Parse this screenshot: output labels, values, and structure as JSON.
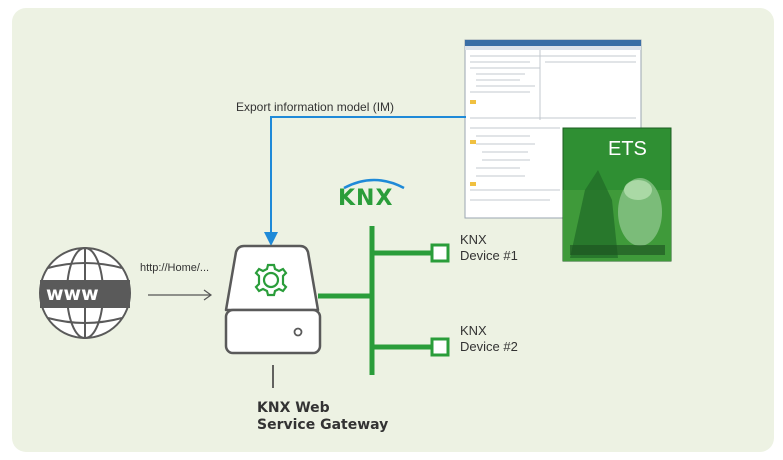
{
  "labels": {
    "export": "Export information model (IM)",
    "url": "http://Home/...",
    "device1_line1": "KNX",
    "device1_line2": "Device #1",
    "device2_line1": "KNX",
    "device2_line2": "Device #2",
    "gateway_line1": "KNX Web",
    "gateway_line2": "Service Gateway",
    "knx_logo": "KNX",
    "www": "www",
    "ets": "ETS"
  },
  "colors": {
    "background": "#edf2e3",
    "bus_green": "#2a9d3a",
    "arrow_blue": "#1f8ad8",
    "device_gray": "#555555"
  },
  "icons": [
    "globe-icon",
    "gear-icon",
    "server-icon",
    "knx-logo",
    "ets-screenshot"
  ]
}
